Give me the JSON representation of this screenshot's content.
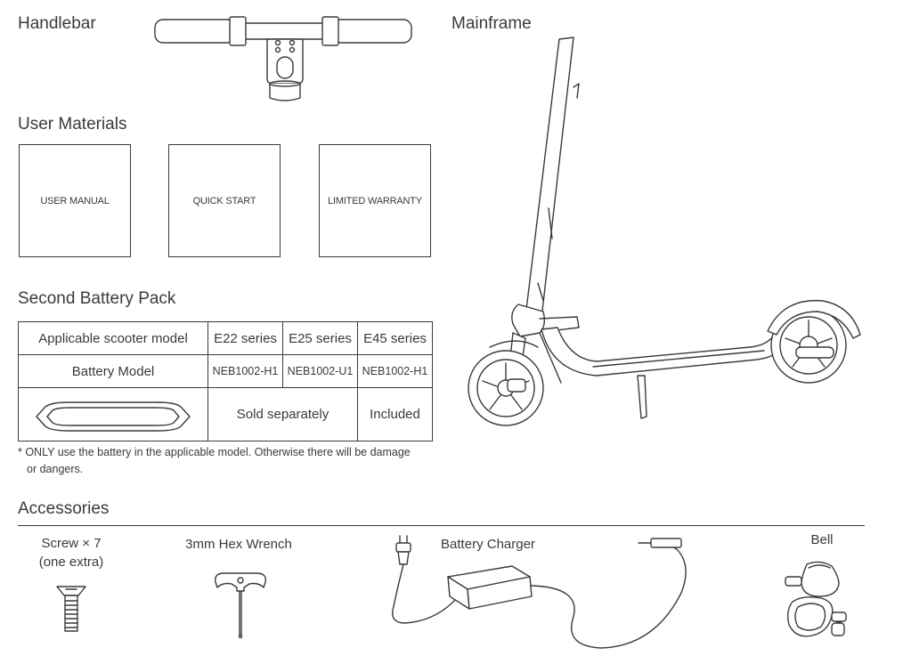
{
  "sections": {
    "handlebar": "Handlebar",
    "mainframe": "Mainframe",
    "user_materials": "User Materials",
    "second_battery": "Second Battery Pack",
    "accessories": "Accessories"
  },
  "materials": [
    "USER MANUAL",
    "QUICK START",
    "LIMITED WARRANTY"
  ],
  "battery_table": {
    "row1_label": "Applicable scooter model",
    "series": [
      "E22 series",
      "E25 series",
      "E45 series"
    ],
    "row2_label": "Battery Model",
    "models": [
      "NEB1002-H1",
      "NEB1002-U1",
      "NEB1002-H1"
    ],
    "sold_separately": "Sold separately",
    "included": "Included"
  },
  "note": {
    "line1": "* ONLY use the battery in the applicable model. Otherwise there will be damage",
    "line2": "or dangers."
  },
  "accessories": {
    "screw": "Screw × 7",
    "screw_note": "(one extra)",
    "wrench": "3mm Hex Wrench",
    "charger": "Battery Charger",
    "bell": "Bell"
  },
  "icons": [
    "handlebar-icon",
    "scooter-icon",
    "battery-pack-icon",
    "screw-icon",
    "hex-wrench-icon",
    "battery-charger-icon",
    "bell-icon"
  ]
}
